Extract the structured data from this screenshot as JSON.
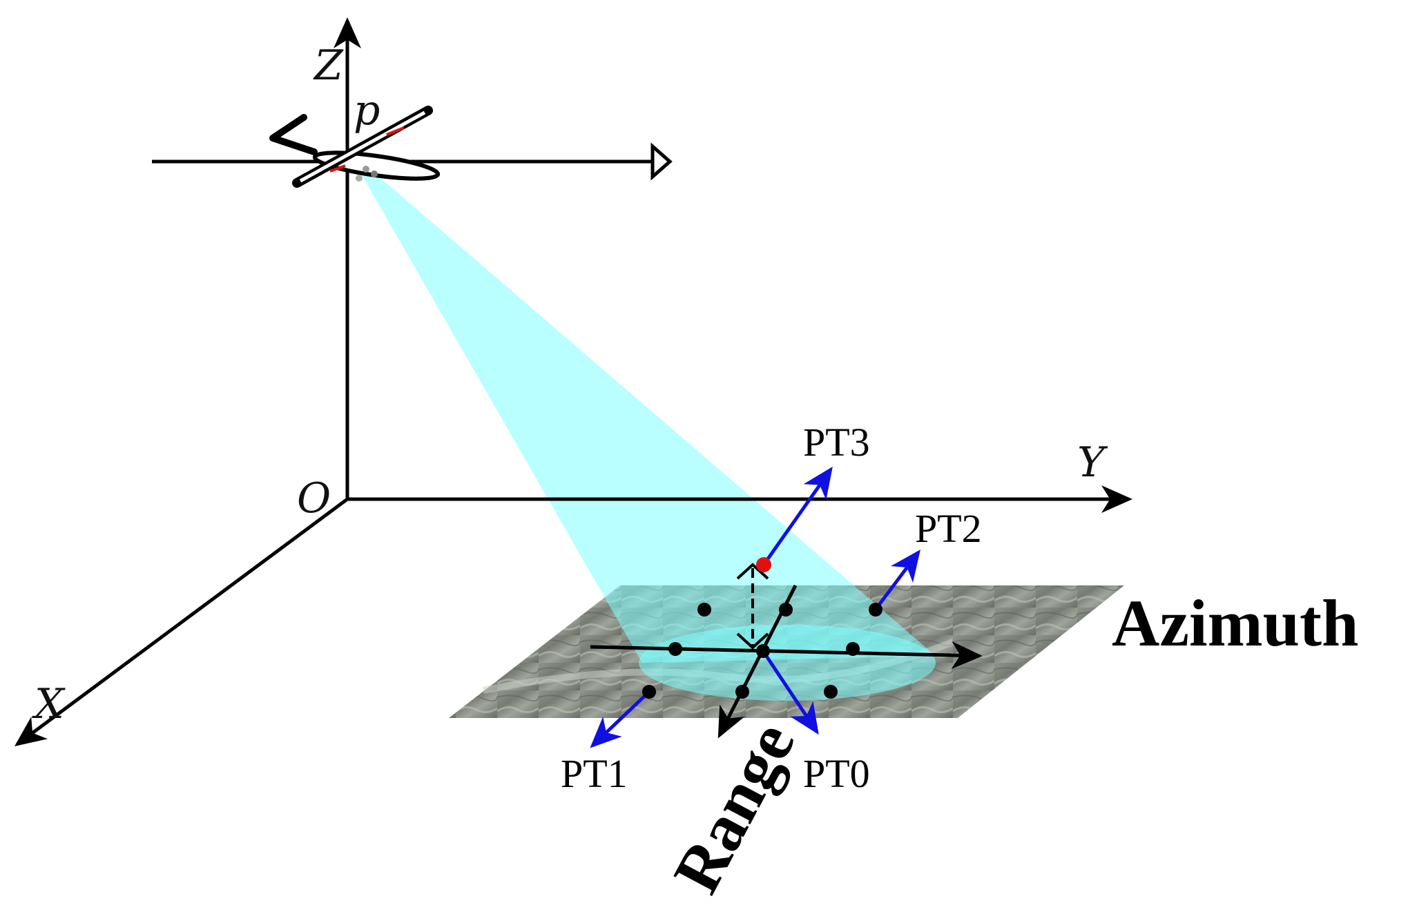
{
  "axes": {
    "z_label": "Z",
    "y_label": "Y",
    "x_label": "X",
    "origin_label": "O",
    "platform_label": "p"
  },
  "targets": {
    "pt0": "PT0",
    "pt1": "PT1",
    "pt2": "PT2",
    "pt3": "PT3"
  },
  "scene": {
    "azimuth_label": "Azimuth",
    "range_label": "Range"
  },
  "colors": {
    "beam": "#7fffff",
    "vector": "#1010e0",
    "elevated_target": "#e01010"
  }
}
